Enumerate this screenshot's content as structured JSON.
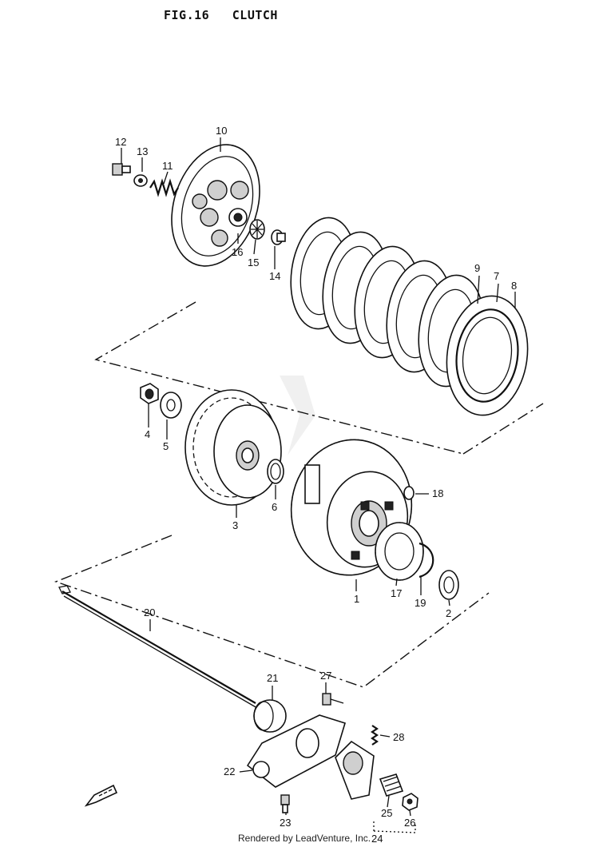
{
  "figure": {
    "title": "FIG.16   CLUTCH"
  },
  "footer": {
    "credit": "Rendered by LeadVenture, Inc."
  },
  "callouts": {
    "c1": "1",
    "c2": "2",
    "c3": "3",
    "c4": "4",
    "c5": "5",
    "c6": "6",
    "c7": "7",
    "c8": "8",
    "c9": "9",
    "c10": "10",
    "c11": "11",
    "c12": "12",
    "c13": "13",
    "c14": "14",
    "c15": "15",
    "c16": "16",
    "c17": "17",
    "c18": "18",
    "c19": "19",
    "c20": "20",
    "c21": "21",
    "c22": "22",
    "c23": "23",
    "c24": "24",
    "c25": "25",
    "c26": "26",
    "c27": "27",
    "c28": "28"
  },
  "icons": {
    "fwd_arrow": "fwd-arrow-icon"
  }
}
